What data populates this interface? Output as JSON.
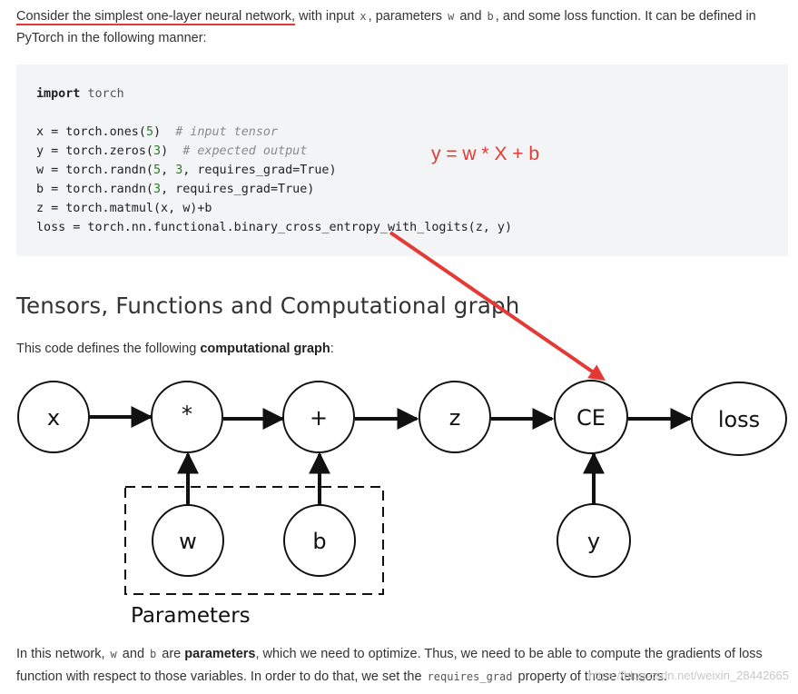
{
  "intro": {
    "underlined": "Consider the simplest one-layer neural network,",
    "p1": " with input ",
    "c1": "x",
    "p2": ", parameters ",
    "c2": "w",
    "p3": " and ",
    "c3": "b",
    "p4": ", and some loss function. It can be defined in PyTorch in the following manner:"
  },
  "code": {
    "l1_kw": "import",
    "l1_mod": "torch",
    "l3_a": "x = torch.ones(",
    "l3_num": "5",
    "l3_b": ")  ",
    "l3_cm": "# input tensor",
    "l4_a": "y = torch.zeros(",
    "l4_num": "3",
    "l4_b": ")  ",
    "l4_cm": "# expected output",
    "l5_a": "w = torch.randn(",
    "l5_num1": "5",
    "l5_b": ", ",
    "l5_num2": "3",
    "l5_c": ", requires_grad=True)",
    "l6_a": "b = torch.randn(",
    "l6_num": "3",
    "l6_b": ", requires_grad=True)",
    "l7": "z = torch.matmul(x, w)+b",
    "l8": "loss = torch.nn.functional.binary_cross_entropy_with_logits(z, y)"
  },
  "annotation": {
    "formula": "y = w * X + b",
    "color": "#e53935"
  },
  "heading": "Tensors, Functions and Computational graph",
  "lead": {
    "text": "This code defines the following ",
    "bold": "computational graph",
    "end": ":"
  },
  "graph": {
    "nodes": {
      "x": "x",
      "mul": "*",
      "add": "+",
      "z": "z",
      "ce": "CE",
      "loss": "loss",
      "w": "w",
      "b": "b",
      "y": "y"
    },
    "group_label": "Parameters"
  },
  "outro": {
    "t1": "In this network, ",
    "c1": "w",
    "t2": " and ",
    "c2": "b",
    "t3": " are ",
    "bold": "parameters",
    "t4": ", which we need to optimize. Thus, we need to be able to compute the gradients of loss function with respect to those variables. In order to do that, we set the ",
    "c3": "requires_grad",
    "t5": " property of those tensors."
  },
  "watermark": "https://blog.csdn.net/weixin_28442665"
}
